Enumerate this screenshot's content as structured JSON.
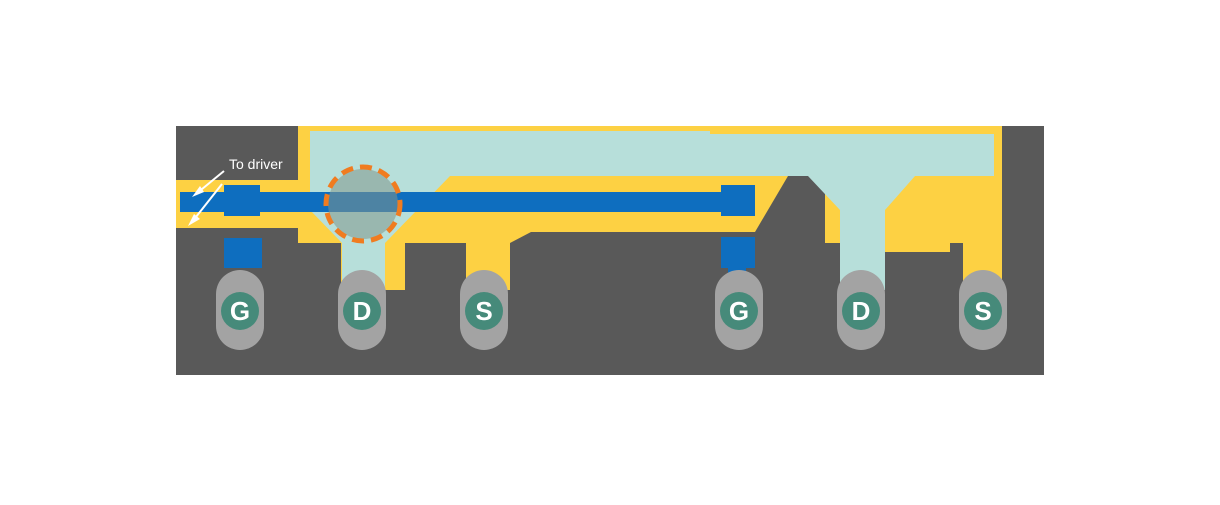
{
  "annotation": {
    "label": "To driver"
  },
  "pins": [
    {
      "letter": "G"
    },
    {
      "letter": "D"
    },
    {
      "letter": "S"
    },
    {
      "letter": "G"
    },
    {
      "letter": "D"
    },
    {
      "letter": "S"
    }
  ],
  "colors": {
    "board": "#595959",
    "source_copper": "#fdd143",
    "drain_copper": "#b7dfda",
    "gate_trace": "#0e6ebf",
    "pad": "#a3a3a3",
    "pin_badge": "#468a7a",
    "highlight": "#f07c20",
    "text": "#ffffff"
  }
}
